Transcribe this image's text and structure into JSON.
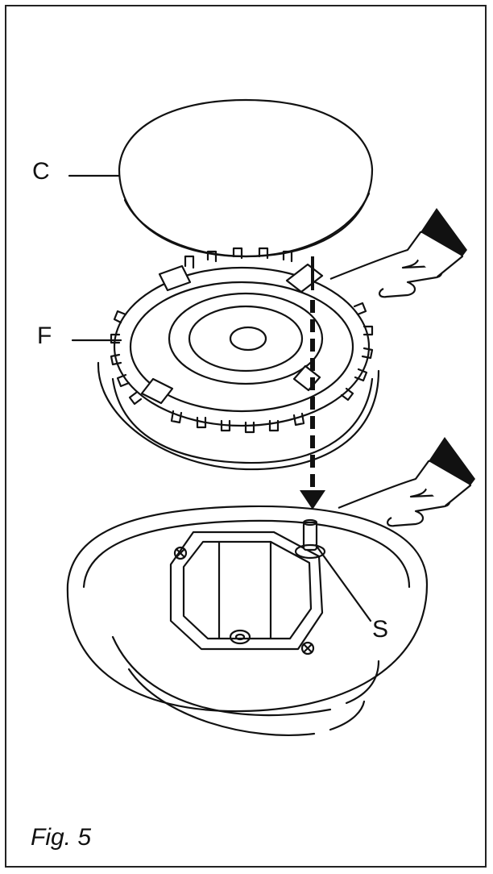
{
  "labels": {
    "cap": "C",
    "flame_spreader": "F",
    "spark_plug": "S"
  },
  "caption": "Fig. 5",
  "icons": [
    "pointing-hand-icon",
    "pointing-hand-icon",
    "down-arrow-icon"
  ]
}
